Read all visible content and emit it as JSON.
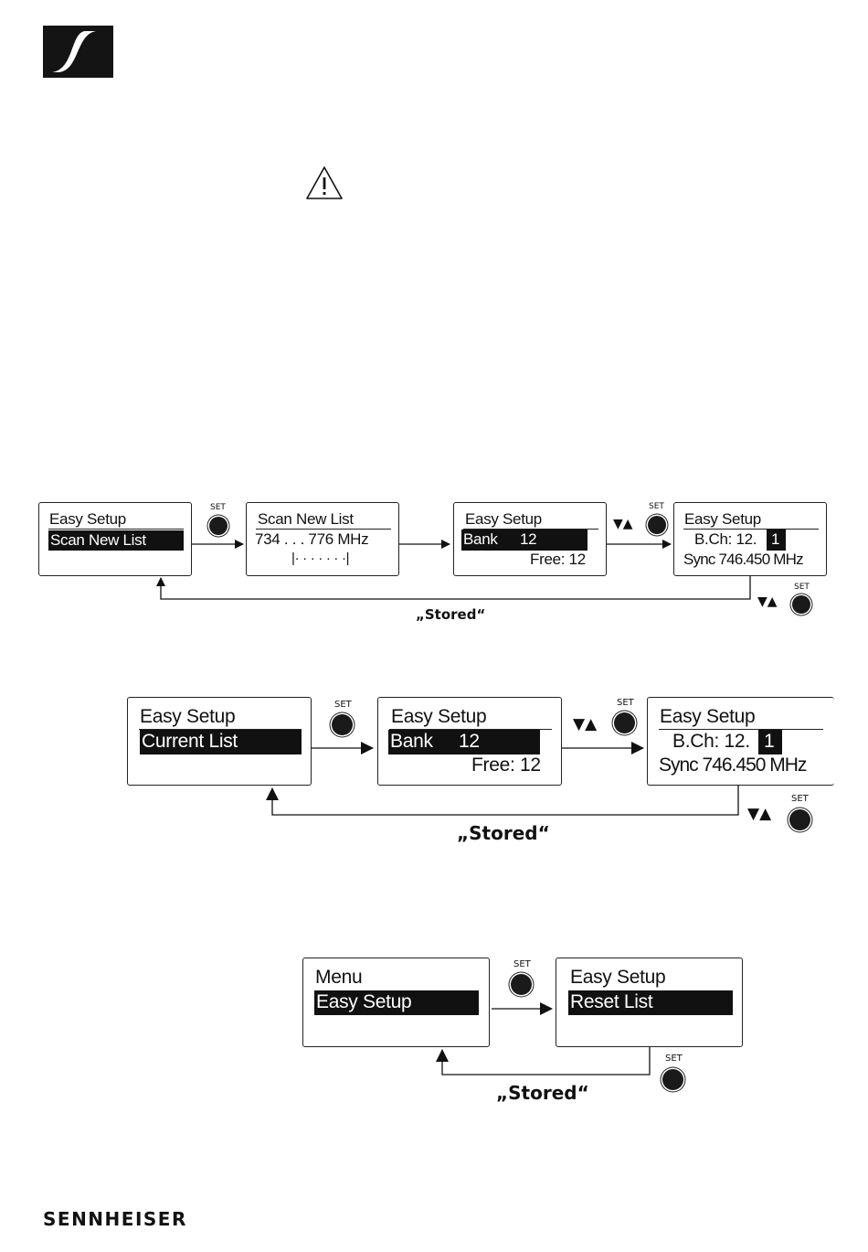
{
  "brand": {
    "footer": "SENNHEISER"
  },
  "icons": {
    "logo": "sennheiser-logo-icon",
    "warning": "warning-triangle-icon",
    "button": "set-button-icon",
    "updown": "up-down-arrows-icon"
  },
  "labels": {
    "set": "SET",
    "arrows": "▼▲",
    "stored": "„Stored“"
  },
  "diagram1": {
    "screen1": {
      "line1": "Easy Setup",
      "line2": "Scan New List"
    },
    "screen2": {
      "line1": "Scan New List",
      "line2": "734 . . . 776 MHz",
      "line3": "|· · · · · · ·|"
    },
    "screen3": {
      "line1": "Easy Setup",
      "line2_a": "Bank",
      "line2_b": "12",
      "line3": "Free: 12"
    },
    "screen4": {
      "line1": "Easy Setup",
      "line2_a": "B.Ch: 12.",
      "line2_b": "1",
      "line3": "Sync 746.450 MHz"
    }
  },
  "diagram2": {
    "screen1": {
      "line1": "Easy Setup",
      "line2": "Current List"
    },
    "screen2": {
      "line1": "Easy Setup",
      "line2_a": "Bank",
      "line2_b": "12",
      "line3": "Free: 12"
    },
    "screen3": {
      "line1": "Easy Setup",
      "line2_a": "B.Ch: 12.",
      "line2_b": "1",
      "line3": "Sync 746.450 MHz"
    }
  },
  "diagram3": {
    "screen1": {
      "line1": "Menu",
      "line2": "Easy Setup"
    },
    "screen2": {
      "line1": "Easy Setup",
      "line2": "Reset List"
    }
  }
}
